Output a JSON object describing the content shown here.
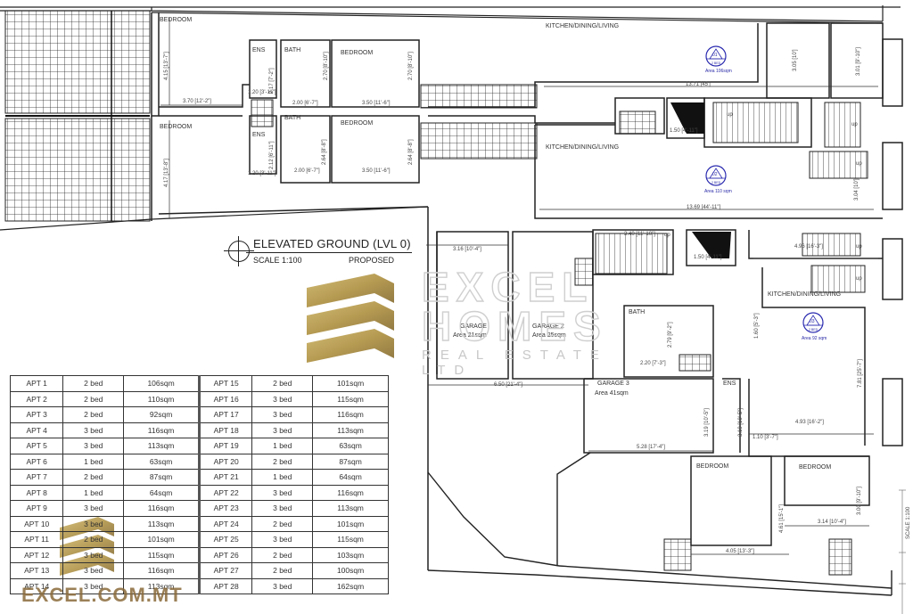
{
  "drawing": {
    "title": "ELEVATED GROUND (LVL 0)",
    "scale": "SCALE 1:100",
    "status": "PROPOSED",
    "side_scale_label": "SCALE 1:100"
  },
  "rooms": {
    "bedroom_top_left": "BEDROOM",
    "bedroom_mid_left": "BEDROOM",
    "ens_top": "ENS",
    "bath_top": "BATH",
    "bedroom_top_center": "BEDROOM",
    "ens_mid": "ENS",
    "bath_mid": "BATH",
    "bedroom_mid_center": "BEDROOM",
    "kitchen_top": "KITCHEN/DINING/LIVING",
    "kitchen_mid": "KITCHEN/DINING/LIVING",
    "kitchen_right": "KITCHEN/DINING/LIVING",
    "garage_1": "GARAGE",
    "garage_1_area": "Area 21sqm",
    "garage_2": "GARAGE 2",
    "garage_2_area": "Area 25sqm",
    "garage_3": "GARAGE 3",
    "garage_3_area": "Area 41sqm",
    "bath_lower": "BATH",
    "ens_lower": "ENS",
    "bedroom_lower_left": "BEDROOM",
    "bedroom_lower_right": "BEDROOM"
  },
  "apartment_tags": [
    {
      "num": "01",
      "beds": "2 BED",
      "area": "Area 106sqm"
    },
    {
      "num": "02",
      "beds": "2 BED",
      "area": "Area 110 sqm"
    },
    {
      "num": "03",
      "beds": "2 BED",
      "area": "Area 92 sqm"
    }
  ],
  "dimensions": {
    "d1": "4.15 [13'-7\"]",
    "d2": "3.70 [12'-2\"]",
    "d3": "4.17 [13'-8\"]",
    "d4": "2.17 [7'-2\"]",
    "d5": "1.20 [3'-11\"]",
    "d6": "2.70 [8'-10\"]",
    "d7": "2.00 [6'-7\"]",
    "d8": "3.50 [11'-6\"]",
    "d9": "2.70 [8'-10\"]",
    "d10": "2.12 [6'-11\"]",
    "d11": "1.20 [3'-11\"]",
    "d12": "2.64 [8'-8\"]",
    "d13": "2.00 [6'-7\"]",
    "d14": "3.50 [11'-6\"]",
    "d15": "2.64 [8'-8\"]",
    "d16": "13.71 [45']",
    "d17": "3.05 [10']",
    "d18": "3.01 [9'-10\"]",
    "d19": "1.50 [4'-11\"]",
    "d20": "13.69 [44'-11\"]",
    "d21": "3.04 [10']",
    "d22": "3.16 [10'-4\"]",
    "d23": "3.40 [11'-10\"]",
    "d24": "1.50 [4'-11\"]",
    "d25": "4.96 [16'-3\"]",
    "d26": "1.60 [5'-3\"]",
    "d27": "2.79 [9'-2\"]",
    "d28": "2.20 [7'-3\"]",
    "d29": "7.81 [25'-7\"]",
    "d30": "6.50 [21'-4\"]",
    "d31": "3.19 [10'-5\"]",
    "d32": "3.19 [10'-5\"]",
    "d33": "4.93 [16'-2\"]",
    "d34": "1.10 [3'-7\"]",
    "d35": "5.28 [17'-4\"]",
    "d36": "4.61 [15'-1\"]",
    "d37": "3.00 [9'-10\"]",
    "d38": "3.14 [10'-4\"]",
    "d39": "4.05 [13'-3\"]",
    "up": "up"
  },
  "schedule": {
    "rows": [
      {
        "a_apt": "APT 1",
        "a_beds": "2 bed",
        "a_area": "106sqm",
        "b_apt": "APT 15",
        "b_beds": "2 bed",
        "b_area": "101sqm"
      },
      {
        "a_apt": "APT 2",
        "a_beds": "2 bed",
        "a_area": "110sqm",
        "b_apt": "APT 16",
        "b_beds": "3 bed",
        "b_area": "115sqm"
      },
      {
        "a_apt": "APT 3",
        "a_beds": "2 bed",
        "a_area": "92sqm",
        "b_apt": "APT 17",
        "b_beds": "3 bed",
        "b_area": "116sqm"
      },
      {
        "a_apt": "APT 4",
        "a_beds": "3 bed",
        "a_area": "116sqm",
        "b_apt": "APT 18",
        "b_beds": "3 bed",
        "b_area": "113sqm"
      },
      {
        "a_apt": "APT 5",
        "a_beds": "3 bed",
        "a_area": "113sqm",
        "b_apt": "APT 19",
        "b_beds": "1 bed",
        "b_area": "63sqm"
      },
      {
        "a_apt": "APT 6",
        "a_beds": "1 bed",
        "a_area": "63sqm",
        "b_apt": "APT 20",
        "b_beds": "2 bed",
        "b_area": "87sqm"
      },
      {
        "a_apt": "APT 7",
        "a_beds": "2 bed",
        "a_area": "87sqm",
        "b_apt": "APT 21",
        "b_beds": "1 bed",
        "b_area": "64sqm"
      },
      {
        "a_apt": "APT 8",
        "a_beds": "1 bed",
        "a_area": "64sqm",
        "b_apt": "APT 22",
        "b_beds": "3 bed",
        "b_area": "116sqm"
      },
      {
        "a_apt": "APT 9",
        "a_beds": "3 bed",
        "a_area": "116sqm",
        "b_apt": "APT 23",
        "b_beds": "3 bed",
        "b_area": "113sqm"
      },
      {
        "a_apt": "APT 10",
        "a_beds": "3 bed",
        "a_area": "113sqm",
        "b_apt": "APT 24",
        "b_beds": "2 bed",
        "b_area": "101sqm"
      },
      {
        "a_apt": "APT 11",
        "a_beds": "2 bed",
        "a_area": "101sqm",
        "b_apt": "APT 25",
        "b_beds": "3 bed",
        "b_area": "115sqm"
      },
      {
        "a_apt": "APT 12",
        "a_beds": "3 bed",
        "a_area": "115sqm",
        "b_apt": "APT 26",
        "b_beds": "2 bed",
        "b_area": "103sqm"
      },
      {
        "a_apt": "APT 13",
        "a_beds": "3 bed",
        "a_area": "116sqm",
        "b_apt": "APT 27",
        "b_beds": "2 bed",
        "b_area": "100sqm"
      },
      {
        "a_apt": "APT 14",
        "a_beds": "3 bed",
        "a_area": "113sqm",
        "b_apt": "APT 28",
        "b_beds": "3 bed",
        "b_area": "162sqm"
      }
    ]
  },
  "watermark": {
    "line1": "EXCEL",
    "line2": "HOMES",
    "line3": "REAL ESTATE LTD",
    "url": "EXCEL.COM.MT",
    "gold": "#b8a25a"
  }
}
